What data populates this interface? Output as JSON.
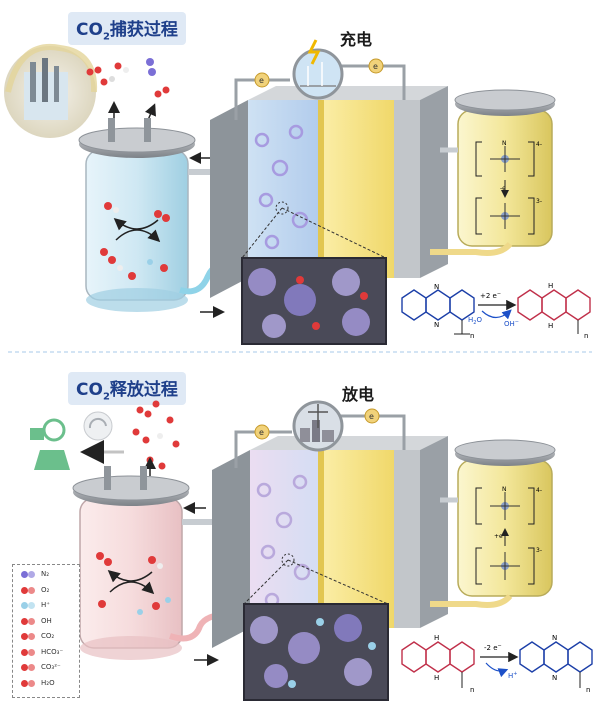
{
  "top": {
    "title_main": "CO",
    "title_sub": "2",
    "title_rest": "捕获过程",
    "mode": "充电",
    "electron": "e",
    "electron_charge": "-",
    "reaction_label": "+2 e",
    "reaction_label_sup": "−",
    "product_water": "H",
    "product_water_sub": "2",
    "product_water_end": "O",
    "product_hydroxide": "OH",
    "product_hydroxide_sup": "−",
    "ring_n": "N",
    "ring_nh": "H",
    "chain_n": "n",
    "ferro_charge_4": "4-",
    "ferro_charge_3": "3-",
    "ferro_e": "-e",
    "ferro_ligand": "N"
  },
  "bottom": {
    "title_main": "CO",
    "title_sub": "2",
    "title_rest": "释放过程",
    "mode": "放电",
    "electron": "e",
    "electron_charge": "-",
    "reaction_label": "-2 e",
    "reaction_label_sup": "−",
    "product_proton": "H",
    "product_proton_sup": "+",
    "ring_n": "N",
    "ring_nh": "H",
    "chain_n": "n",
    "ferro_charge_4": "4-",
    "ferro_charge_3": "3-",
    "ferro_e": "+e",
    "ferro_ligand": "N"
  },
  "legend": [
    {
      "label": "N₂",
      "color": "#7b6fd6"
    },
    {
      "label": "O₂",
      "color": "#e03a3a"
    },
    {
      "label": "H⁺",
      "color": "#9ad0e8"
    },
    {
      "label": "OH",
      "color": "#e03a3a"
    },
    {
      "label": "CO₂",
      "color": "#e03a3a"
    },
    {
      "label": "HCO₃⁻",
      "color": "#e03a3a"
    },
    {
      "label": "CO₃²⁻",
      "color": "#e03a3a"
    },
    {
      "label": "H₂O",
      "color": "#e03a3a"
    }
  ],
  "colors": {
    "title_text": "#1e3f8a",
    "title_bg": "#dfe9f5",
    "tank_capture": "#bfe3f0",
    "tank_release": "#f4d6d8",
    "tank_ferro": "#f3e79a",
    "membrane_yellow": "#f4e07a",
    "polymer_purple": "#a79be0",
    "divider": "#b9d3ee",
    "recycle_green": "#6bbf8c"
  }
}
